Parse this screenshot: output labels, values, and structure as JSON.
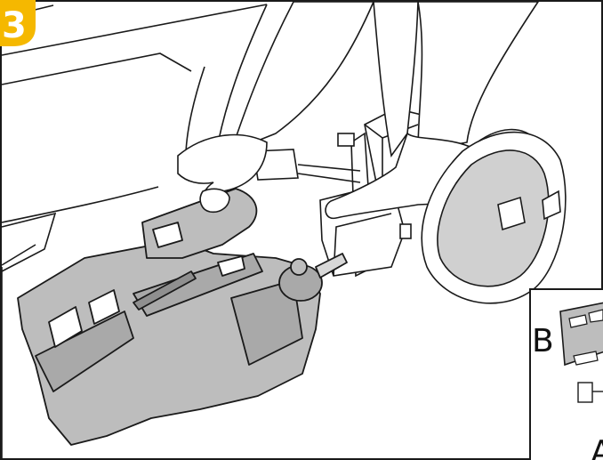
{
  "step": {
    "number": "3"
  },
  "inset": {
    "label_b": "B",
    "label_a": "A"
  },
  "colors": {
    "badge": "#f5b800",
    "part_fill": "#bdbdbd",
    "part_shade": "#a9a9a9",
    "line": "#1a1a1a",
    "background": "#ffffff"
  },
  "icons": [
    "hand-icon",
    "finger-pointing-icon",
    "bumper-icon",
    "bracket-icon"
  ]
}
